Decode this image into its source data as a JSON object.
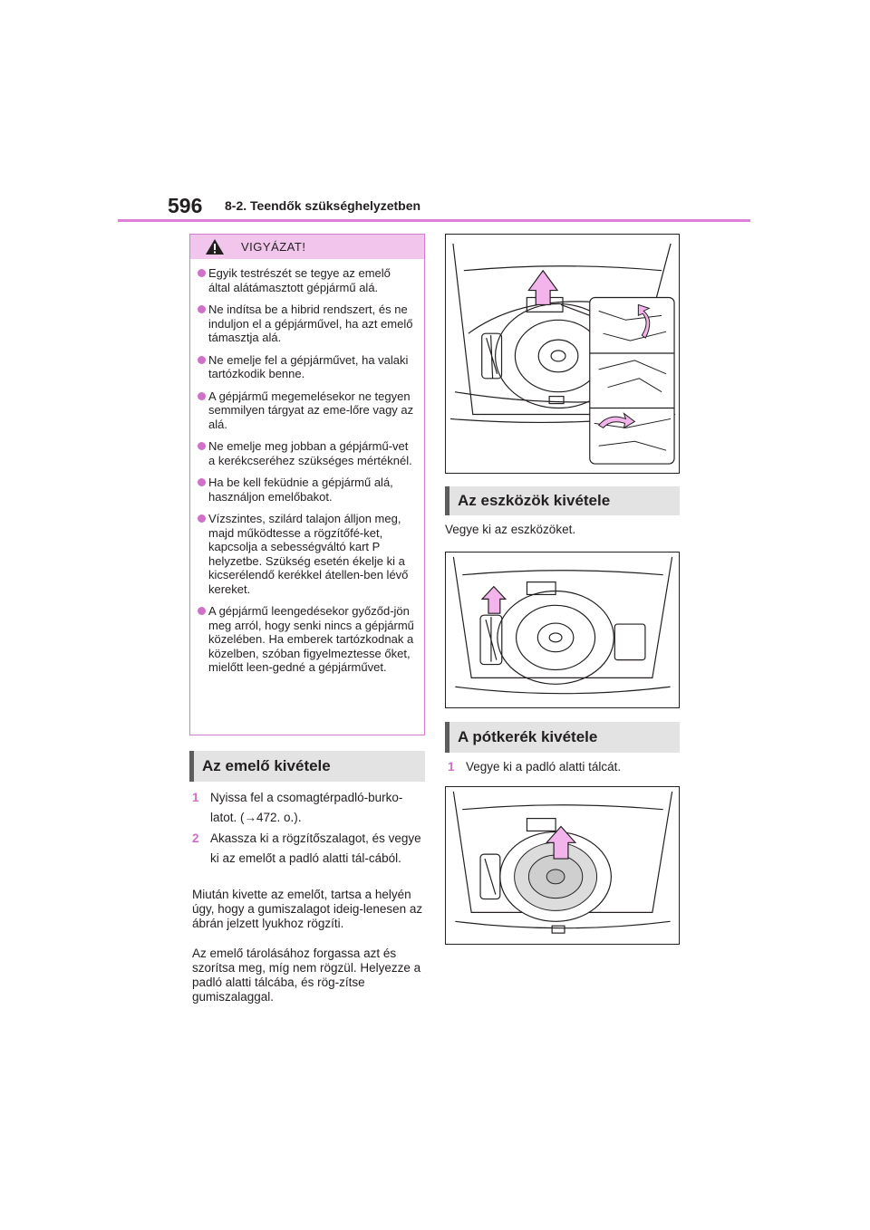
{
  "header": {
    "page_number": "596",
    "section": "8-2. Teendők szükséghelyzetben"
  },
  "warning": {
    "title": "VIGYÁZAT!",
    "items": [
      "Egyik testrészét se tegye az emelő által alátámasztott gépjármű alá.",
      "Ne indítsa be a hibrid rendszert, és ne induljon el a gépjárművel, ha azt emelő támasztja alá.",
      "Ne emelje fel a gépjárművet, ha valaki tartózkodik benne.",
      "A gépjármű megemelésekor ne tegyen semmilyen tárgyat az eme-lőre vagy az alá.",
      "Ne emelje meg jobban a gépjármű-vet a kerékcseréhez szükséges mértéknél.",
      "Ha be kell feküdnie a gépjármű alá, használjon emelőbakot.",
      "Vízszintes, szilárd talajon álljon meg, majd működtesse a rögzítőfé-ket, kapcsolja a sebességváltó kart P helyzetbe. Szükség esetén ékelje ki a kicserélendő kerékkel átellen-ben lévő kereket.",
      "A gépjármű leengedésekor győződ-jön meg arról, hogy senki nincs a gépjármű közelében. Ha emberek tartózkodnak a közelben, szóban figyelmeztesse őket, mielőtt leen-gedné a gépjárművet."
    ]
  },
  "jack_section": {
    "heading": "Az emelő kivétele",
    "steps": [
      {
        "num": "1",
        "text": "Nyissa fel a csomagtérpadló-burko-latot. (→472. o.)."
      },
      {
        "num": "2",
        "text": "Akassza ki a rögzítőszalagot, és vegye ki az emelőt a padló alatti tál-cából."
      }
    ],
    "para1": "Miután kivette az emelőt, tartsa a helyén úgy, hogy a gumiszalagot ideig-lenesen az ábrán jelzett lyukhoz rögzíti.",
    "para2": "Az emelő tárolásához forgassa azt és szorítsa meg, míg nem rögzül. Helyezze a padló alatti tálcába, és rög-zítse gumiszalaggal."
  },
  "tools_section": {
    "heading": "Az eszközök kivétele",
    "text": "Vegye ki az eszközöket."
  },
  "spare_section": {
    "heading": "A pótkerék kivétele",
    "steps": [
      {
        "num": "1",
        "text": "Vegye ki a padló alatti tálcát."
      }
    ]
  },
  "colors": {
    "accent": "#d070c8",
    "rule": "#e07fd6",
    "warning_head_bg": "#f2c6ec",
    "section_bg": "#e3e3e3",
    "arrow_fill": "#f2b4ea"
  }
}
